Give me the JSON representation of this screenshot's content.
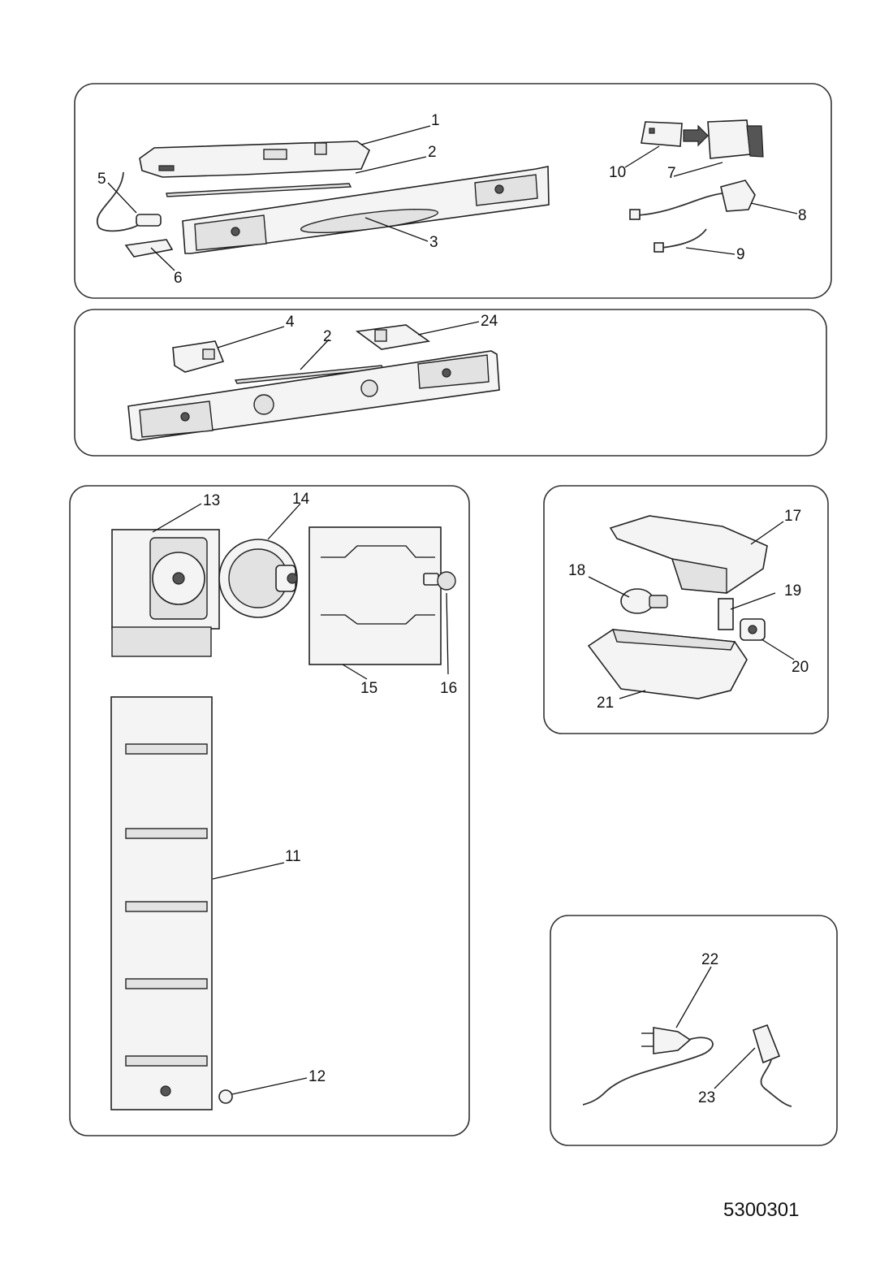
{
  "diagram": {
    "part_numbers": {
      "p1": "1",
      "p2a": "2",
      "p3": "3",
      "p5": "5",
      "p6": "6",
      "p7": "7",
      "p8": "8",
      "p9": "9",
      "p10": "10",
      "p4": "4",
      "p2b": "2",
      "p24": "24",
      "p13": "13",
      "p14": "14",
      "p15": "15",
      "p16": "16",
      "p11": "11",
      "p12": "12",
      "p17": "17",
      "p18": "18",
      "p19": "19",
      "p20": "20",
      "p21": "21",
      "p22": "22",
      "p23": "23"
    },
    "drawing_code": "5300301"
  }
}
